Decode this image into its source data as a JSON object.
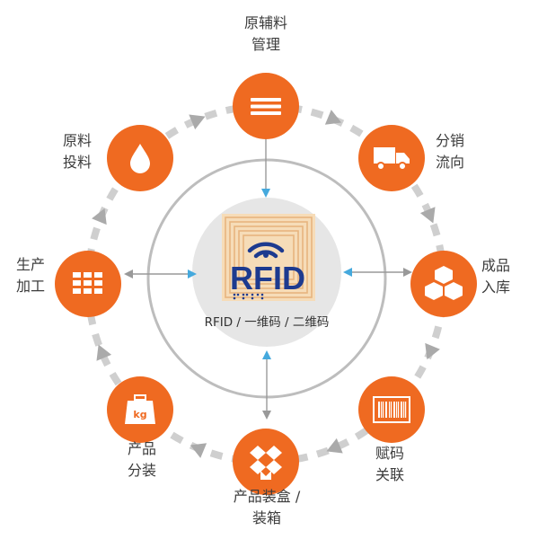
{
  "center": {
    "logo_text": "RFID",
    "caption": "RFID / 一维码 / 二维码",
    "logo_bg_color": "#f6dcb8",
    "logo_text_color": "#1d3a8f"
  },
  "colors": {
    "node": "#ef6a21",
    "ring": "#bdbdbd",
    "inner_disc": "#e6e6e6",
    "arrow": "#aaaaaa",
    "connector": "#999999",
    "connector_tip": "#45a9dd"
  },
  "nodes": [
    {
      "id": "raw-material-management",
      "line1": "原辅料",
      "line2": "管理",
      "icon": "menu-lines-icon"
    },
    {
      "id": "distribution-flow",
      "line1": "分销",
      "line2": "流向",
      "icon": "delivery-truck-icon"
    },
    {
      "id": "finished-goods-warehousing",
      "line1": "成品",
      "line2": "入库",
      "icon": "stacked-boxes-icon"
    },
    {
      "id": "code-association",
      "line1": "赋码",
      "line2": "关联",
      "icon": "barcode-icon"
    },
    {
      "id": "product-boxing",
      "line1": "产品装盒 /",
      "line2": "装箱",
      "icon": "package-box-icon"
    },
    {
      "id": "product-packaging",
      "line1": "产品",
      "line2": "分装",
      "icon": "kg-weight-icon"
    },
    {
      "id": "production-processing",
      "line1": "生产",
      "line2": "加工",
      "icon": "grid-blocks-icon"
    },
    {
      "id": "raw-material-feeding",
      "line1": "原料",
      "line2": "投料",
      "icon": "water-drop-icon"
    }
  ],
  "icons": {
    "kg_label": "kg"
  }
}
